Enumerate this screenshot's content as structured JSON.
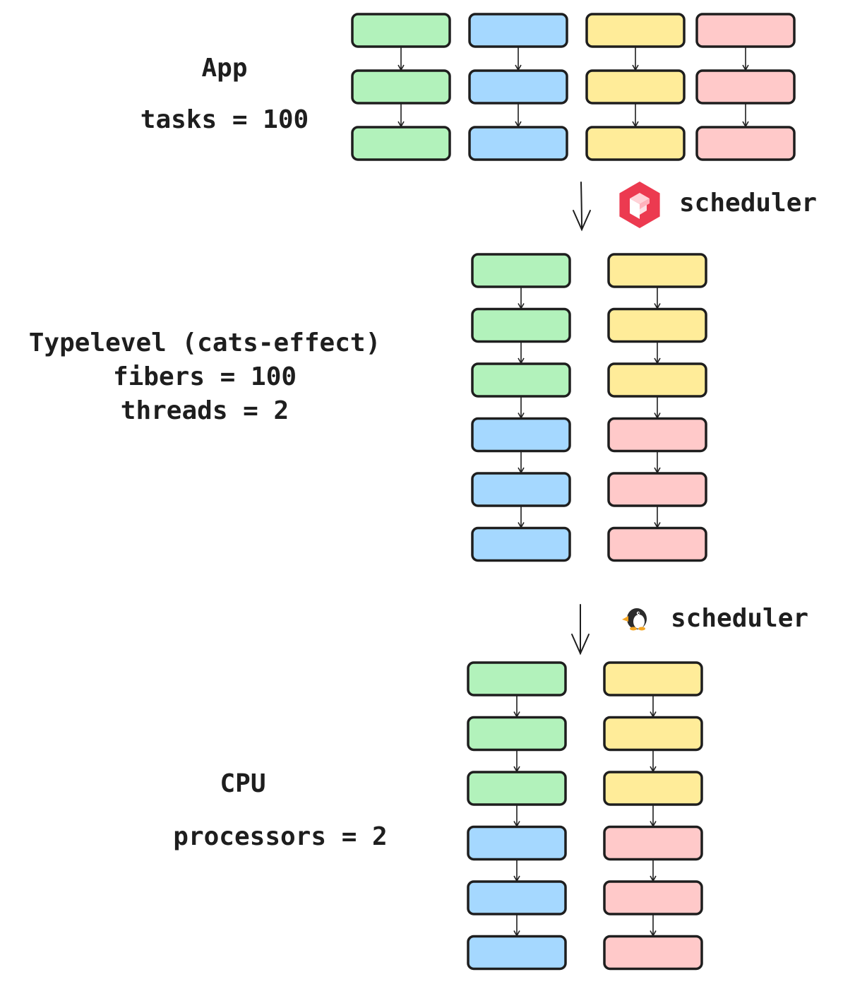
{
  "colors": {
    "green": "#b2f2bb",
    "blue": "#a5d8ff",
    "yellow": "#ffec99",
    "red": "#ffc9c9",
    "stroke": "#1e1e1e",
    "typelevel_logo": "#ec3a50"
  },
  "app": {
    "title": "App",
    "subtitle": "tasks = 100",
    "columns": [
      [
        "green",
        "green",
        "green"
      ],
      [
        "blue",
        "blue",
        "blue"
      ],
      [
        "yellow",
        "yellow",
        "yellow"
      ],
      [
        "red",
        "red",
        "red"
      ]
    ]
  },
  "scheduler1": {
    "label": "scheduler",
    "icon": "typelevel-logo-icon"
  },
  "typelevel": {
    "line1": "Typelevel (cats-effect)",
    "line2": "fibers = 100",
    "line3": "threads = 2",
    "columns": [
      [
        "green",
        "green",
        "green",
        "blue",
        "blue",
        "blue"
      ],
      [
        "yellow",
        "yellow",
        "yellow",
        "red",
        "red",
        "red"
      ]
    ]
  },
  "scheduler2": {
    "label": "scheduler",
    "icon": "linux-penguin-icon"
  },
  "cpu": {
    "title": "CPU",
    "subtitle": "processors = 2",
    "columns": [
      [
        "green",
        "green",
        "green",
        "blue",
        "blue",
        "blue"
      ],
      [
        "yellow",
        "yellow",
        "yellow",
        "red",
        "red",
        "red"
      ]
    ]
  }
}
